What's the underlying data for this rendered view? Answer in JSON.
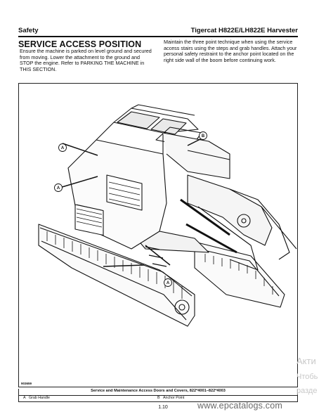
{
  "header": {
    "section": "Safety",
    "doc_title": "Tigercat H822E/LH822E Harvester"
  },
  "page_title": "SERVICE ACCESS POSITION",
  "paragraphs": {
    "left": "Ensure the machine is parked on level ground and secured from moving. Lower the attachment to the ground and STOP the engine. Refer to PARKING THE MACHINE in THIS SECTION.",
    "right": "Maintain the three point technique when using the service access stairs using the steps and grab handles. Attach your personal safety restraint to the anchor point located on the right side wall of the boom before continuing work."
  },
  "figure": {
    "id": "903659",
    "callout_a": "A",
    "callout_b": "B"
  },
  "caption": {
    "title": "Service and Maintenance Access Doors and Covers, 822*4001–822*4003",
    "legend": [
      {
        "key": "A",
        "text": "Grab Handle"
      },
      {
        "key": "B",
        "text": "Anchor Point"
      }
    ]
  },
  "page_number": "1.10",
  "watermark": "www.epcatalogs.com",
  "os_overlay": [
    "Акти",
    "Чтобь",
    "разде"
  ],
  "colors": {
    "ink": "#111111",
    "watermark": "#6a6a6a",
    "overlay": "#c9c9c9"
  }
}
